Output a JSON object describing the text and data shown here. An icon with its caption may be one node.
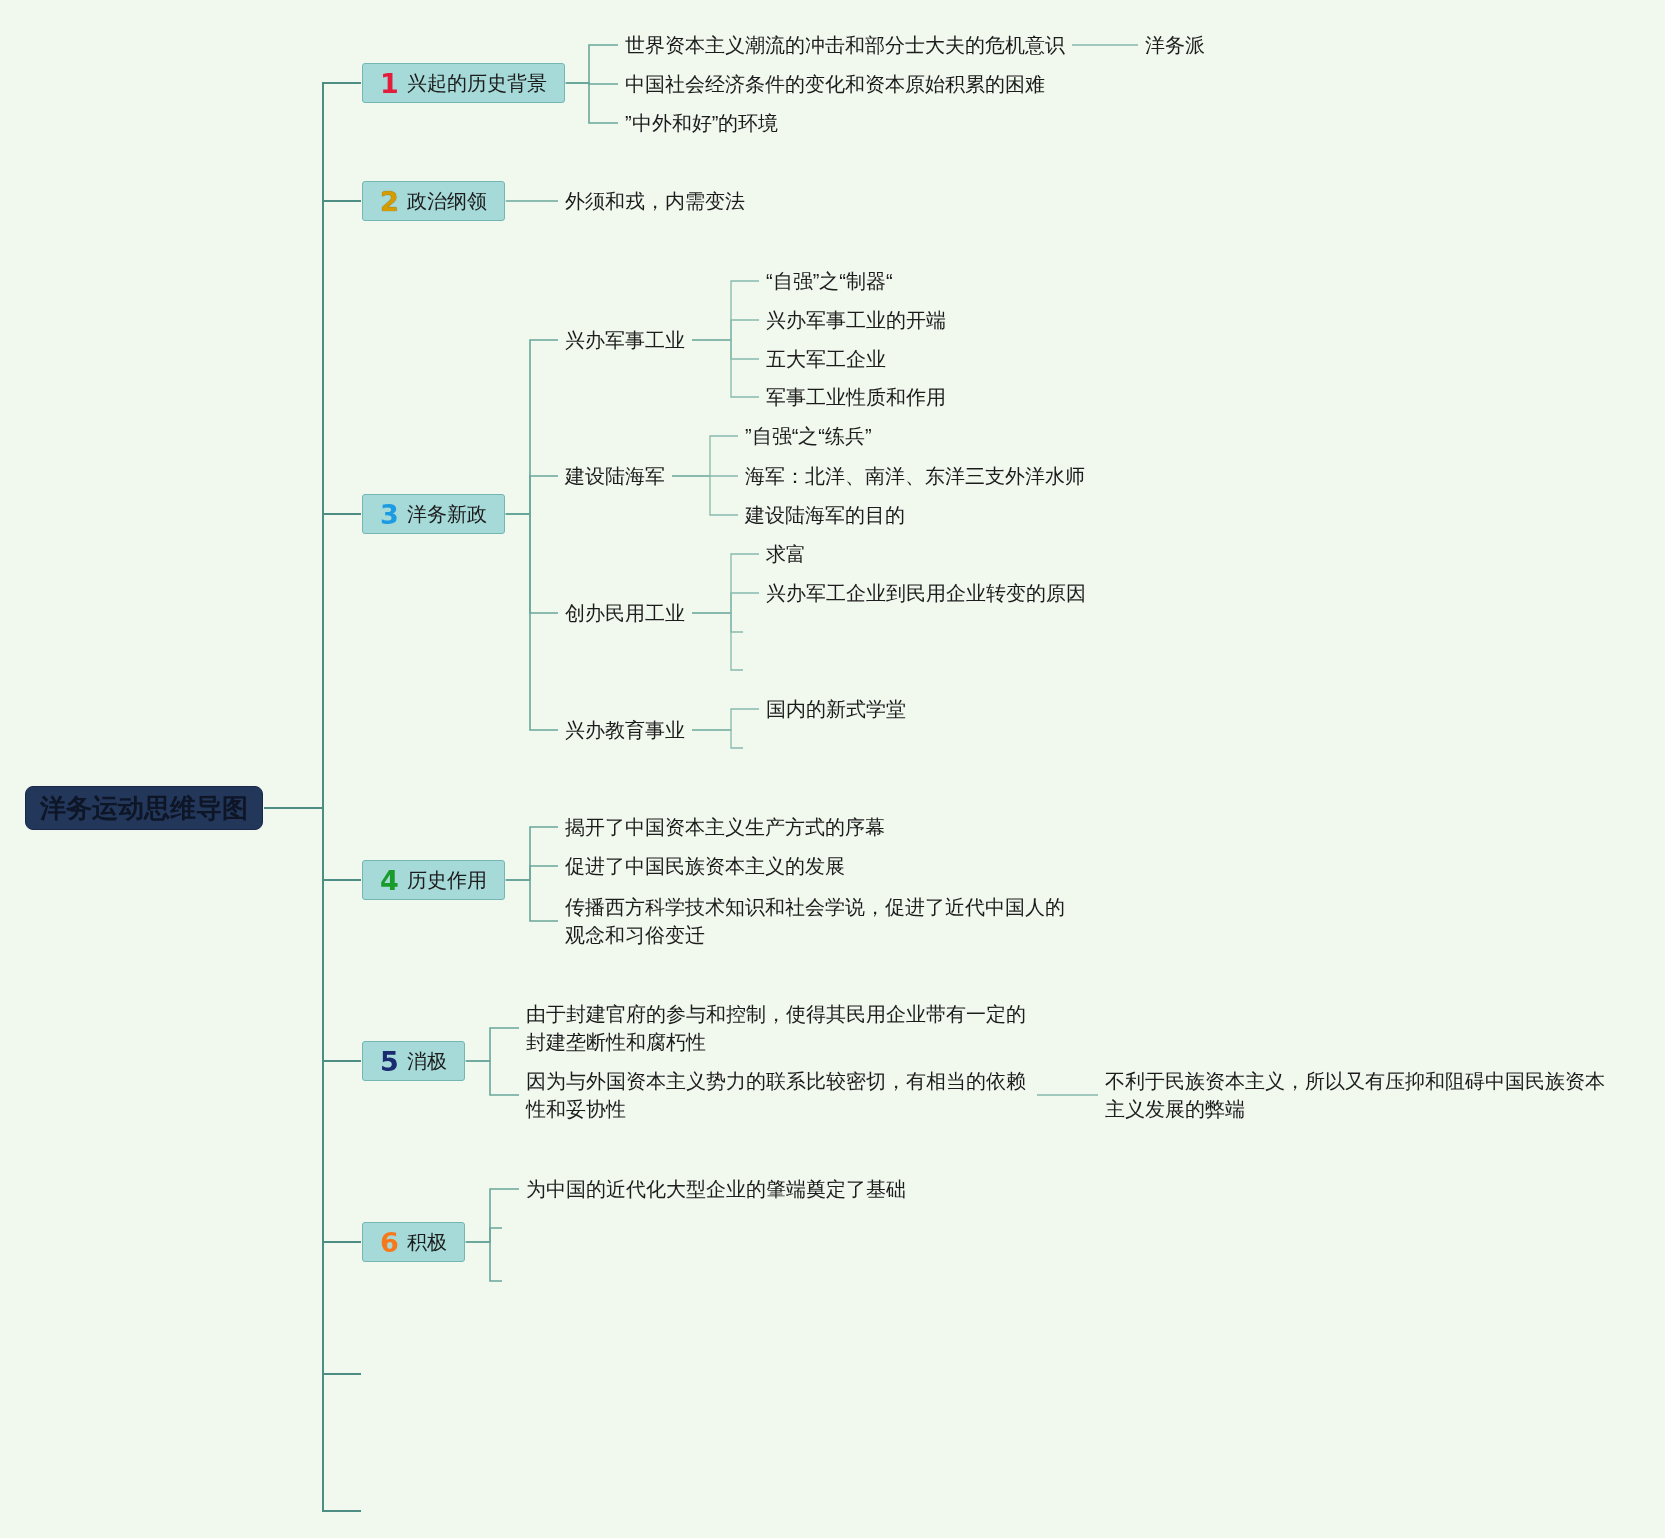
{
  "diagram": {
    "nodes": [
      {
        "text": [
          "洋务运动思维导图"
        ]
      },
      {
        "text": [
          "1",
          "兴起的历史背景"
        ]
      },
      {
        "text": [
          "世界资本主义潮流的冲击和部分士大夫的危机意识"
        ]
      },
      {
        "text": [
          "洋务派"
        ]
      },
      {
        "text": [
          "中国社会经济条件的变化和资本原始积累的困难"
        ]
      },
      {
        "text": [
          "”中外和好”的环境"
        ]
      },
      {
        "text": [
          "2",
          "政治纲领"
        ]
      },
      {
        "text": [
          "外须和戎，内需变法"
        ]
      },
      {
        "text": [
          "3",
          "洋务新政"
        ]
      },
      {
        "text": [
          "兴办军事工业"
        ]
      },
      {
        "text": [
          "“自强”之“制器“"
        ]
      },
      {
        "text": [
          "兴办军事工业的开端"
        ]
      },
      {
        "text": [
          "五大军工企业"
        ]
      },
      {
        "text": [
          "军事工业性质和作用"
        ]
      },
      {
        "text": [
          "建设陆海军"
        ]
      },
      {
        "text": [
          "”自强“之“练兵”"
        ]
      },
      {
        "text": [
          "海军：北洋、南洋、东洋三支外洋水师"
        ]
      },
      {
        "text": [
          "建设陆海军的目的"
        ]
      },
      {
        "text": [
          "创办民用工业"
        ]
      },
      {
        "text": [
          "求富"
        ]
      },
      {
        "text": [
          "兴办军工企业到民用企业转变的原因"
        ]
      },
      {
        "text": [
          "兴办教育事业"
        ]
      },
      {
        "text": [
          "国内的新式学堂"
        ]
      },
      {
        "text": [
          "4",
          "历史作用"
        ]
      },
      {
        "text": [
          "揭开了中国资本主义生产方式的序幕"
        ]
      },
      {
        "text": [
          "促进了中国民族资本主义的发展"
        ]
      },
      {
        "text": [
          "传播西方科学技术知识和社会学说，促进了近代中国人的观念和习俗变迁"
        ]
      },
      {
        "text": [
          "5",
          "消极"
        ]
      },
      {
        "text": [
          "由于封建官府的参与和控制，使得其民用企业带有一定的封建垄断性和腐朽性"
        ]
      },
      {
        "text": [
          "因为与外国资本主义势力的联系比较密切，有相当的依赖性和妥协性"
        ]
      },
      {
        "text": [
          "不利于民族资本主义，所以又有压抑和阻碍中国民族资本主义发展的弊端"
        ]
      },
      {
        "text": [
          "6",
          "积极"
        ]
      },
      {
        "text": [
          "为中国的近代化大型企业的肇端奠定了基础"
        ]
      }
    ],
    "edges": [
      {
        "from": 0,
        "to": 1,
        "arrow": "none"
      },
      {
        "from": 1,
        "to": 2,
        "arrow": "none"
      },
      {
        "from": 2,
        "to": 3,
        "arrow": "none"
      },
      {
        "from": 1,
        "to": 4,
        "arrow": "none"
      },
      {
        "from": 1,
        "to": 5,
        "arrow": "none"
      },
      {
        "from": 0,
        "to": 6,
        "arrow": "none"
      },
      {
        "from": 6,
        "to": 7,
        "arrow": "none"
      },
      {
        "from": 0,
        "to": 8,
        "arrow": "none"
      },
      {
        "from": 8,
        "to": 9,
        "arrow": "none"
      },
      {
        "from": 9,
        "to": 10,
        "arrow": "none"
      },
      {
        "from": 9,
        "to": 11,
        "arrow": "none"
      },
      {
        "from": 9,
        "to": 12,
        "arrow": "none"
      },
      {
        "from": 9,
        "to": 13,
        "arrow": "none"
      },
      {
        "from": 8,
        "to": 14,
        "arrow": "none"
      },
      {
        "from": 14,
        "to": 15,
        "arrow": "none"
      },
      {
        "from": 14,
        "to": 16,
        "arrow": "none"
      },
      {
        "from": 14,
        "to": 17,
        "arrow": "none"
      },
      {
        "from": 8,
        "to": 18,
        "arrow": "none"
      },
      {
        "from": 18,
        "to": 19,
        "arrow": "none"
      },
      {
        "from": 18,
        "to": 20,
        "arrow": "none"
      },
      {
        "from": 18,
        "to": null,
        "arrow": "none"
      },
      {
        "from": 18,
        "to": null,
        "arrow": "none"
      },
      {
        "from": 8,
        "to": 21,
        "arrow": "none"
      },
      {
        "from": 21,
        "to": 22,
        "arrow": "none"
      },
      {
        "from": 21,
        "to": null,
        "arrow": "none"
      },
      {
        "from": 0,
        "to": 23,
        "arrow": "none"
      },
      {
        "from": 23,
        "to": 24,
        "arrow": "none"
      },
      {
        "from": 23,
        "to": 25,
        "arrow": "none"
      },
      {
        "from": 23,
        "to": 26,
        "arrow": "none"
      },
      {
        "from": 0,
        "to": 27,
        "arrow": "none"
      },
      {
        "from": 27,
        "to": 28,
        "arrow": "none"
      },
      {
        "from": 27,
        "to": 29,
        "arrow": "none"
      },
      {
        "from": 29,
        "to": 30,
        "arrow": "none"
      },
      {
        "from": 0,
        "to": 31,
        "arrow": "none"
      },
      {
        "from": 31,
        "to": 32,
        "arrow": "none"
      },
      {
        "from": 31,
        "to": null,
        "arrow": "none"
      },
      {
        "from": 31,
        "to": null,
        "arrow": "none"
      },
      {
        "from": 0,
        "to": null,
        "arrow": "none"
      },
      {
        "from": 0,
        "to": null,
        "arrow": "none"
      }
    ]
  }
}
